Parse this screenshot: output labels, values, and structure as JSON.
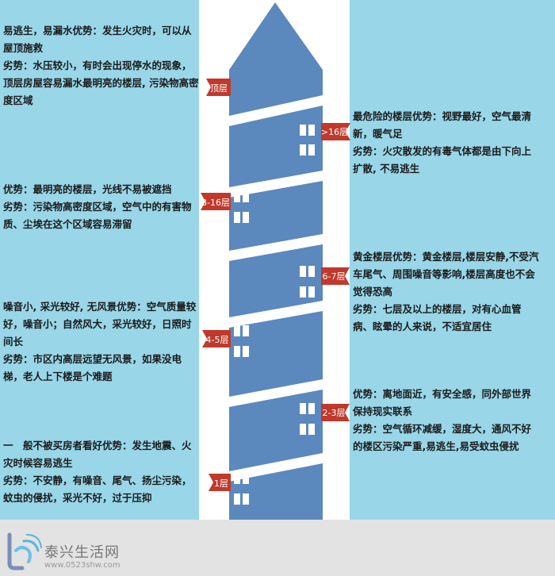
{
  "labels": {
    "top": "顶层",
    "gt16": ">16层",
    "f8_16": "8-16层",
    "f6_7": "6-7层",
    "f4_5": "4-5层",
    "f2_3": "2-3层",
    "f1": "1层"
  },
  "left": {
    "top": [
      "易逃生，易漏水优势：发生火灾时，可以从",
      "屋顶施救",
      "劣势：水压较小，有时会出现停水的现象，",
      "顶层房屋容易漏水最明亮的楼层, 污染物高密",
      "度区域"
    ],
    "f8_16": [
      "优势：最明亮的楼层，光线不易被遮挡",
      "劣势：污染物高密度区域，空气中的有害物",
      "质、尘埃在这个区域容易滞留"
    ],
    "f4_5": [
      "噪音小, 采光较好, 无风景优势：空气质量较",
      "好，噪音小；自然风大，采光较好，日照时",
      "间长",
      "劣势：市区内高层远望无风景，如果没电",
      "梯，老人上下楼是个难题"
    ],
    "f1": [
      "一　般不被买房者看好优势：发生地震、火",
      "灾时候容易逃生",
      "劣势：不安静，有噪音、尾气、扬尘污染，",
      "蚊虫的侵扰，采光不好，过于压抑"
    ]
  },
  "right": {
    "gt16": [
      "最危险的楼层优势：视野最好，空气最清",
      "新，暖气足",
      "劣势：火灾散发的有毒气体都是由下向上",
      "扩散, 不易逃生"
    ],
    "f6_7": [
      "黄金楼层优势：黄金楼层,楼层安静,不受汽",
      "车尾气、周围噪音等影响,楼层高度也不会",
      "觉得恐高",
      "劣势：七层及以上的楼层，对有心血管",
      "病、眩晕的人来说，不适宜居住"
    ],
    "f2_3": [
      "优势：离地面近，有安全感，同外部世界",
      "保持现实联系",
      "劣势：空气循环减缓，湿度大，通风不好",
      "的楼区污染严重,易逃生,易受蚊虫侵扰"
    ]
  },
  "footer": {
    "brand": "泰兴生活网",
    "site": "www.0523shw.com"
  },
  "colors": {
    "panel": "#98d6e8",
    "building": "#5b88bd",
    "flag": "#c0392b",
    "window": "#ffffff"
  }
}
